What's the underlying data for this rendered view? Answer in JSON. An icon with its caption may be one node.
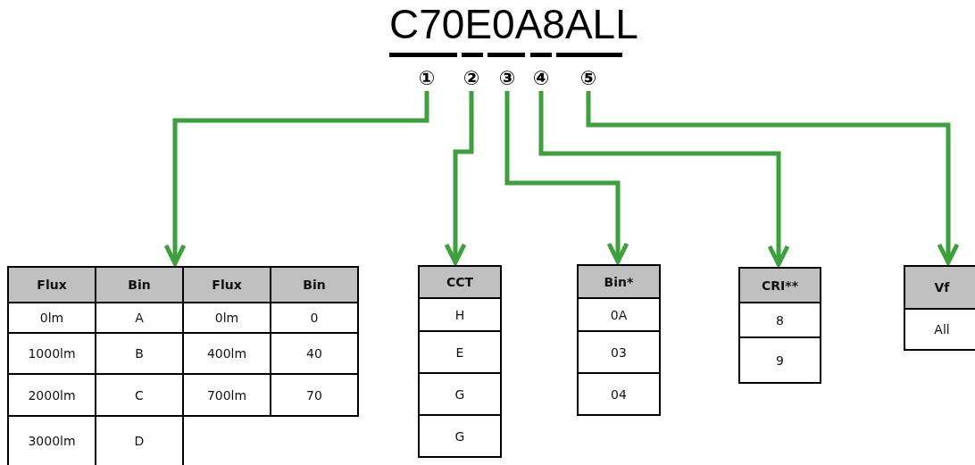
{
  "diagram": {
    "title": "C70E0A8ALL",
    "nodes": [
      {
        "text": [
          "①"
        ]
      },
      {
        "text": [
          "②"
        ]
      },
      {
        "text": [
          "③"
        ]
      },
      {
        "text": [
          "④"
        ]
      },
      {
        "text": [
          "⑤"
        ]
      },
      {
        "text": [
          "Flux",
          "Bin",
          "Flux",
          "Bin",
          "0lm",
          "A",
          "0lm",
          "0",
          "1000lm",
          "B",
          "400lm",
          "40",
          "2000lm",
          "C",
          "700lm",
          "70",
          "3000lm",
          "D"
        ]
      },
      {
        "text": [
          "CCT",
          "H",
          "E",
          "G",
          "G"
        ]
      },
      {
        "text": [
          "Bin*",
          "0A",
          "03",
          "04"
        ]
      },
      {
        "text": [
          "CRI**",
          "8",
          "9"
        ]
      },
      {
        "text": [
          "Vf",
          "All"
        ]
      }
    ],
    "edges": [
      {
        "from": 0,
        "to": 5,
        "arrow": "to"
      },
      {
        "from": 1,
        "to": 6,
        "arrow": "to"
      },
      {
        "from": 2,
        "to": 7,
        "arrow": "to"
      },
      {
        "from": 3,
        "to": 8,
        "arrow": "to"
      },
      {
        "from": 4,
        "to": 9,
        "arrow": "to"
      }
    ]
  }
}
